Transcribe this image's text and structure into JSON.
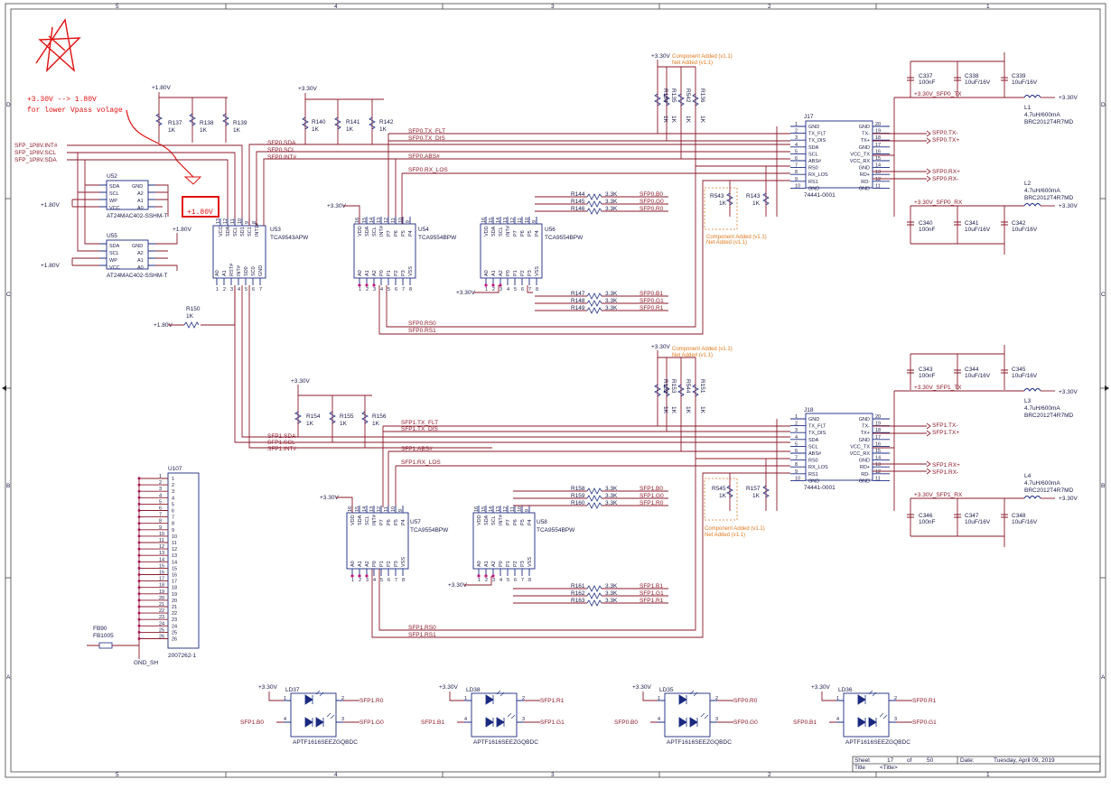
{
  "frame": {
    "col_labels": [
      "5",
      "4",
      "3",
      "2",
      "1"
    ],
    "row_labels": [
      "D",
      "C",
      "B",
      "A"
    ]
  },
  "annotation": {
    "line1": "+3.30V --> 1.80V",
    "line2": "for lower Vpass volage",
    "replacement": "+1.80V"
  },
  "title_block": {
    "sheet_label": "Sheet",
    "sheet_no": "17",
    "of_label": "of",
    "sheet_total": "50",
    "date_label": "Date:",
    "date": "Tuesday, April 09, 2019",
    "title_label": "Title",
    "title": "<Title>"
  },
  "nets": {
    "p330": "+3.30V",
    "p180": "+1.80V",
    "sfp_1p8_int": "SFP_1P8V.INT#",
    "sfp_1p8_scl": "SFP_1P8V.SCL",
    "sfp_1p8_sda": "SFP_1P8V.SDA",
    "sfp0_sda": "SFP0.SDA",
    "sfp0_scl": "SFP0.SCL",
    "sfp0_int": "SFP0.INT#",
    "sfp0_tx_flt": "SFP0.TX_FLT",
    "sfp0_tx_dis": "SFP0.TX_DIS",
    "sfp0_abs": "SFP0.ABS#",
    "sfp0_rx_los": "SFP0.RX_LOS",
    "sfp0_rs0": "SFP0.RS0",
    "sfp0_rs1": "SFP0.RS1",
    "sfp0_b0": "SFP0.B0",
    "sfp0_g0": "SFP0.G0",
    "sfp0_r0": "SFP0.R0",
    "sfp0_b1": "SFP0.B1",
    "sfp0_g1": "SFP0.G1",
    "sfp0_r1": "SFP0.R1",
    "sfp0_txm": "SFP0.TX-",
    "sfp0_txp": "SFP0.TX+",
    "sfp0_rxp": "SFP0.RX+",
    "sfp0_rxm": "SFP0.RX-",
    "p330_sfp0_tx": "+3.30V_SFP0_TX",
    "p330_sfp0_rx": "+3.30V_SFP0_RX",
    "sfp1_sda": "SFP1.SDA",
    "sfp1_scl": "SFP1.SCL",
    "sfp1_int": "SFP1.INT#",
    "sfp1_tx_flt": "SFP1.TX_FLT",
    "sfp1_tx_dis": "SFP1.TX_DIS",
    "sfp1_abs": "SFP1.ABS#",
    "sfp1_rx_los": "SFP1.RX_LOS",
    "sfp1_rs0": "SFP1.RS0",
    "sfp1_rs1": "SFP1.RS1",
    "sfp1_b0": "SFP1.B0",
    "sfp1_g0": "SFP1.G0",
    "sfp1_r0": "SFP1.R0",
    "sfp1_b1": "SFP1.B1",
    "sfp1_g1": "SFP1.G1",
    "sfp1_r1": "SFP1.R1",
    "sfp1_txm": "SFP1.TX-",
    "sfp1_txp": "SFP1.TX+",
    "sfp1_rxp": "SFP1.RX+",
    "sfp1_rxm": "SFP1.RX-",
    "p330_sfp1_tx": "+3.30V_SFP1_TX",
    "p330_sfp1_rx": "+3.30V_SFP1_RX",
    "gnd_sh": "GND_SH"
  },
  "notes": {
    "comp_added": "Component Added (v1.1)",
    "net_added": "Net Added (v1.1)"
  },
  "resistors": {
    "r137": "R137",
    "r138": "R138",
    "r139": "R139",
    "r140": "R140",
    "r141": "R141",
    "r142": "R142",
    "r143": "R143",
    "r543": "R543",
    "r150": "R150",
    "r154": "R154",
    "r155": "R155",
    "r156": "R156",
    "r157": "R157",
    "r545": "R545",
    "r134": "R134",
    "r135": "R135",
    "r542": "R542",
    "r136": "R136",
    "r152": "R152",
    "r153": "R153",
    "r544": "R544",
    "r151": "R151",
    "r144": "R144",
    "r145": "R145",
    "r146": "R146",
    "r147": "R147",
    "r148": "R148",
    "r149": "R149",
    "r158": "R158",
    "r159": "R159",
    "r160": "R160",
    "r161": "R161",
    "r162": "R162",
    "r163": "R163",
    "v1k": "1K",
    "v33k": "3.3K"
  },
  "caps": {
    "c337": "C337",
    "c338": "C338",
    "c339": "C339",
    "c340": "C340",
    "c341": "C341",
    "c342": "C342",
    "c343": "C343",
    "c344": "C344",
    "c345": "C345",
    "c346": "C346",
    "c347": "C347",
    "c348": "C348",
    "v100n": "100nF",
    "v10u": "10uF/16V"
  },
  "inductors": {
    "l1": "L1",
    "l2": "L2",
    "l3": "L3",
    "l4": "L4",
    "value": "4.7uH/600mA",
    "part": "BRC2012T4R7MD"
  },
  "ics": {
    "u52": "U52",
    "u55": "U55",
    "at24": "AT24MAC402-SSHM-T",
    "u53": "U53",
    "tca9543": "TCA9543APW",
    "u54": "U54",
    "u56": "U56",
    "u57": "U57",
    "u58": "U58",
    "tca9554": "TCA9554BPW",
    "j17": "J17",
    "j18": "J18",
    "sfp_part": "74441-0001",
    "u107": "U107",
    "u107_part": "2007262-1",
    "fb90": "FB90",
    "fb1005": "FB1005",
    "ld37": "LD37",
    "ld38": "LD38",
    "ld35": "LD35",
    "ld36": "LD36",
    "led_part": "APTF1616SEEZGQBDC"
  },
  "pins": {
    "eeprom_left": [
      "SDA",
      "SCL",
      "WP",
      "VCC"
    ],
    "eeprom_right": [
      "GND",
      "A2",
      "A1",
      "A0"
    ],
    "eeprom_lnum": [
      "5",
      "6",
      "7",
      "8"
    ],
    "eeprom_rnum": [
      "4",
      "3",
      "2",
      "1"
    ],
    "mux_top": [
      "VCC",
      "SDA",
      "SCL",
      "SD1",
      "SC1",
      "INT1#"
    ],
    "mux_top_num": [
      "13",
      "12",
      "11",
      "10",
      "9",
      "8"
    ],
    "mux_bot": [
      "A0",
      "A1",
      "RST#",
      "INT#",
      "SD0",
      "SC0",
      "GND"
    ],
    "mux_bot_num": [
      "1",
      "2",
      "3",
      "4",
      "5",
      "6",
      "7"
    ],
    "gpio_top": [
      "VDD",
      "SDA",
      "SCL",
      "INT#",
      "P7",
      "P6",
      "P5",
      "P4"
    ],
    "gpio_top_num": [
      "16",
      "15",
      "14",
      "13",
      "12",
      "11",
      "10",
      "9"
    ],
    "gpio_bot": [
      "A0",
      "A1",
      "A2",
      "P0",
      "P1",
      "P2",
      "P3",
      "VSS"
    ],
    "gpio_bot_num": [
      "1",
      "2",
      "3",
      "4",
      "5",
      "6",
      "7",
      "8"
    ],
    "sfp_left": [
      "GND",
      "TX_FLT",
      "TX_DIS",
      "SDA",
      "SCL",
      "ABS#",
      "RS0",
      "RX_LOS",
      "RS1",
      "GND"
    ],
    "sfp_left_num": [
      "1",
      "2",
      "3",
      "4",
      "5",
      "6",
      "7",
      "8",
      "9",
      "10"
    ],
    "sfp_right": [
      "GND",
      "TX-",
      "TX+",
      "GND",
      "VCC_TX",
      "VCC_RX",
      "GND",
      "RD+",
      "RD-",
      "GND"
    ],
    "sfp_right_num": [
      "20",
      "19",
      "18",
      "17",
      "16",
      "15",
      "14",
      "13",
      "12",
      "11"
    ],
    "led_pins": [
      "1",
      "2",
      "4",
      "3"
    ]
  }
}
